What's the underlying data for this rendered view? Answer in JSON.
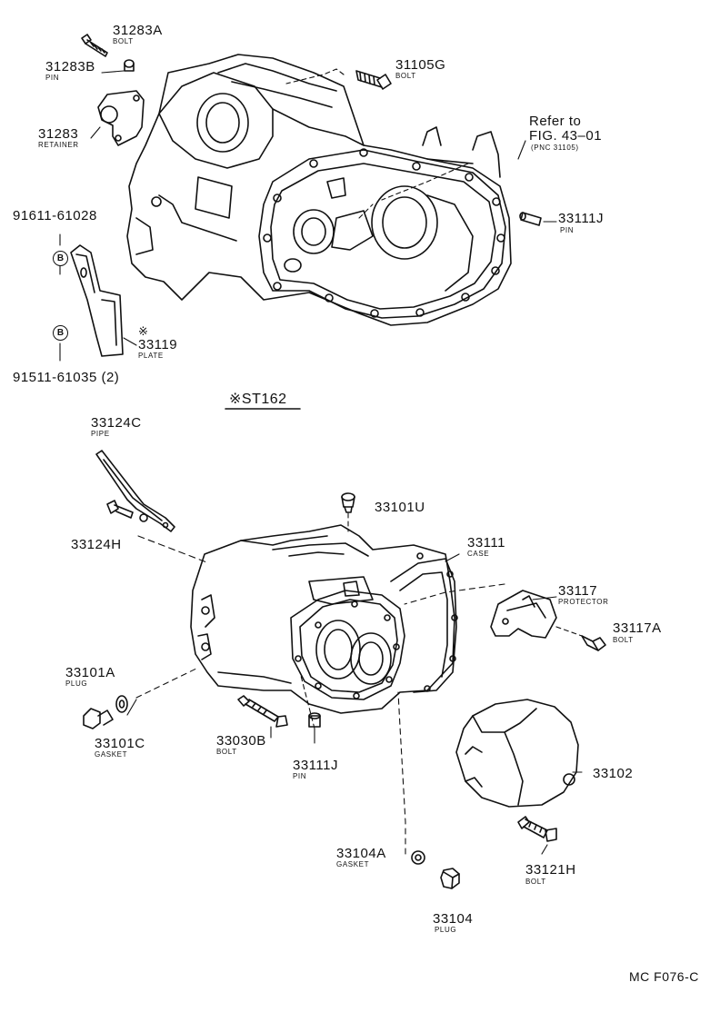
{
  "parts": [
    {
      "id": "p31283A",
      "number": "31283A",
      "name": "BOLT"
    },
    {
      "id": "p31283B",
      "number": "31283B",
      "name": "PIN"
    },
    {
      "id": "p31283",
      "number": "31283",
      "name": "RETAINER"
    },
    {
      "id": "p31105G",
      "number": "31105G",
      "name": "BOLT"
    },
    {
      "id": "p91611",
      "number": "91611-61028",
      "name": ""
    },
    {
      "id": "p33119",
      "number": "33119",
      "name": "PLATE"
    },
    {
      "id": "p91511",
      "number": "91511-61035 (2)",
      "name": ""
    },
    {
      "id": "p33111Jtop",
      "number": "33111J",
      "name": "PIN"
    },
    {
      "id": "p33124C",
      "number": "33124C",
      "name": "PIPE"
    },
    {
      "id": "p33124H",
      "number": "33124H",
      "name": ""
    },
    {
      "id": "p33101U",
      "number": "33101U",
      "name": ""
    },
    {
      "id": "p33111",
      "number": "33111",
      "name": "CASE"
    },
    {
      "id": "p33117",
      "number": "33117",
      "name": "PROTECTOR"
    },
    {
      "id": "p33117A",
      "number": "33117A",
      "name": "BOLT"
    },
    {
      "id": "p33101A",
      "number": "33101A",
      "name": "PLUG"
    },
    {
      "id": "p33101C",
      "number": "33101C",
      "name": "GASKET"
    },
    {
      "id": "p33030B",
      "number": "33030B",
      "name": "BOLT"
    },
    {
      "id": "p33111Jbot",
      "number": "33111J",
      "name": "PIN"
    },
    {
      "id": "p33102",
      "number": "33102",
      "name": ""
    },
    {
      "id": "p33104A",
      "number": "33104A",
      "name": "GASKET"
    },
    {
      "id": "p33121H",
      "number": "33121H",
      "name": "BOLT"
    },
    {
      "id": "p33104",
      "number": "33104",
      "name": "PLUG"
    }
  ],
  "refer": {
    "line1": "Refer to",
    "line2": "FIG. 43–01",
    "line3": "(PNC 31105)"
  },
  "markers": {
    "b": "B",
    "star": "※"
  },
  "section_label": "※ST162",
  "figure_code": "MC F076-C"
}
